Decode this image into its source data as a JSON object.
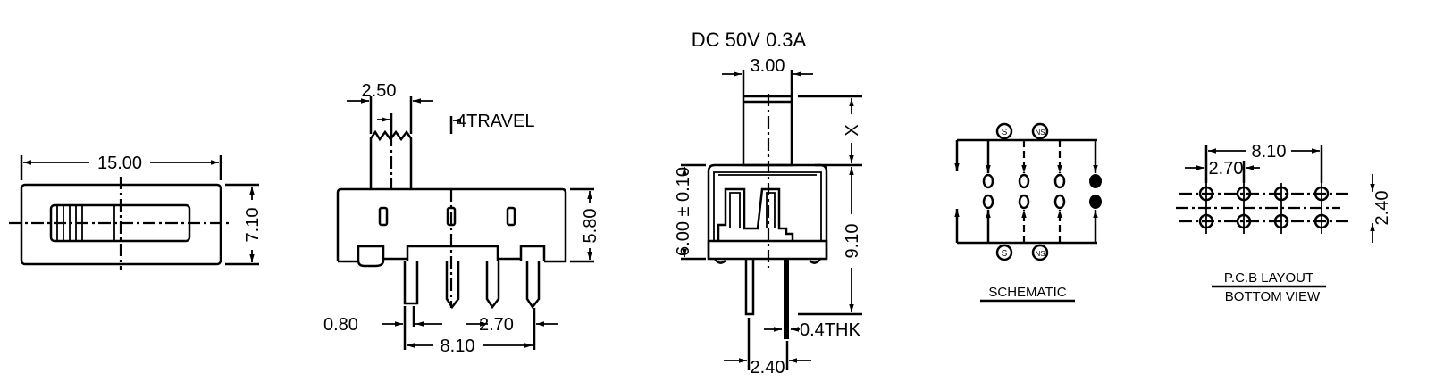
{
  "rating": "DC  50V  0.3A",
  "top_view": {
    "width_dim": "15.00",
    "height_dim": "7.10"
  },
  "side_view": {
    "actuator_dim": "2.50",
    "travel": "4TRAVEL",
    "height_dim": "5.80",
    "pin_width_dim": "0.80",
    "pin_pitch_dim": "2.70",
    "pin_span_dim": "8.10"
  },
  "front_view": {
    "actuator_width_dim": "3.00",
    "actuator_height_dim": "X",
    "body_height_dim": "6.00 ± 0.10",
    "total_height_dim": "9.10",
    "pin_thickness": "0.4THK",
    "pin_spacing_dim": "2.40"
  },
  "schematic": {
    "title": "SCHEMATIC",
    "marker_s": "S",
    "marker_ns": "NS"
  },
  "pcb_layout": {
    "title_line1": "P.C.B LAYOUT",
    "title_line2": "BOTTOM VIEW",
    "span_dim": "8.10",
    "pitch_dim": "2.70",
    "row_spacing_dim": "2.40"
  }
}
